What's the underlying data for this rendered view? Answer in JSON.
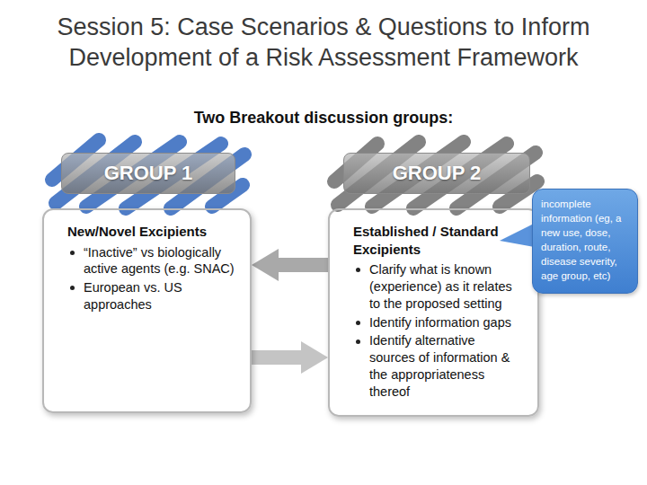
{
  "diagram": {
    "title": "Session 5: Case Scenarios & Questions to Inform Development of a Risk Assessment Framework",
    "nodes": [
      {
        "text": [
          "GROUP 1"
        ]
      },
      {
        "text": [
          "GROUP 2"
        ]
      },
      {
        "text": [
          "New/Novel Excipients",
          "“Inactive” vs biologically active agents (e.g. SNAC)",
          "European vs. US approaches"
        ]
      },
      {
        "text": [
          "Established / Standard Excipients",
          "Clarify what is known (experience) as it relates to the proposed setting",
          "Identify information gaps",
          "Identify alternative sources of information & the appropriateness thereof"
        ]
      },
      {
        "text": [
          "incomplete information (eg, a new use, dose, duration, route, disease severity, age group, etc)"
        ]
      }
    ],
    "edges": [
      {
        "from": 3,
        "to": 2,
        "arrow": "to"
      },
      {
        "from": 2,
        "to": 3,
        "arrow": "to"
      }
    ],
    "labels": [
      "Two Breakout discussion groups:"
    ]
  }
}
